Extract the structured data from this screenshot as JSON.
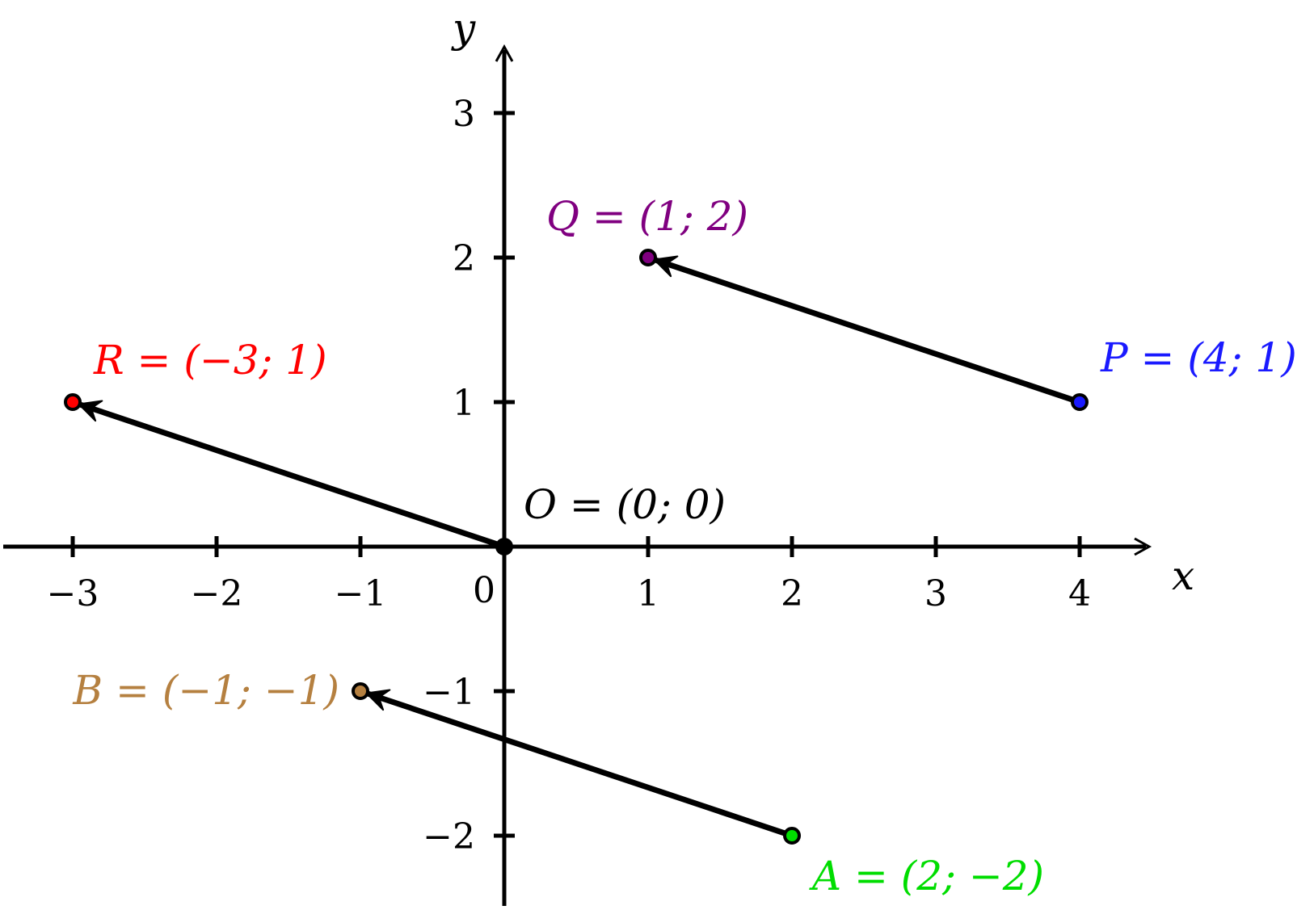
{
  "axes": {
    "x_label": "x",
    "y_label": "y"
  },
  "x_ticks": [
    {
      "value": -3,
      "label": "−3"
    },
    {
      "value": -2,
      "label": "−2"
    },
    {
      "value": -1,
      "label": "−1"
    },
    {
      "value": 1,
      "label": "1"
    },
    {
      "value": 2,
      "label": "2"
    },
    {
      "value": 3,
      "label": "3"
    },
    {
      "value": 4,
      "label": "4"
    }
  ],
  "y_ticks": [
    {
      "value": 3,
      "label": "3"
    },
    {
      "value": 2,
      "label": "2"
    },
    {
      "value": 1,
      "label": "1"
    },
    {
      "value": -1,
      "label": "−1"
    },
    {
      "value": -2,
      "label": "−2"
    }
  ],
  "origin_label": "0",
  "points": [
    {
      "id": "O",
      "x": 0,
      "y": 0,
      "label": "O = (0; 0)",
      "color": "#000000"
    },
    {
      "id": "P",
      "x": 4,
      "y": 1,
      "label": "P = (4; 1)",
      "color": "#1a1aff"
    },
    {
      "id": "Q",
      "x": 1,
      "y": 2,
      "label": "Q = (1; 2)",
      "color": "#800080"
    },
    {
      "id": "R",
      "x": -3,
      "y": 1,
      "label": "R = (−3; 1)",
      "color": "#ff0000"
    },
    {
      "id": "A",
      "x": 2,
      "y": -2,
      "label": "A = (2; −2)",
      "color": "#00dd00"
    },
    {
      "id": "B",
      "x": -1,
      "y": -1,
      "label": "B = (−1; −1)",
      "color": "#b58040"
    }
  ],
  "vectors": [
    {
      "from": "P",
      "to": "Q"
    },
    {
      "from": "O",
      "to": "R"
    },
    {
      "from": "A",
      "to": "B"
    }
  ]
}
